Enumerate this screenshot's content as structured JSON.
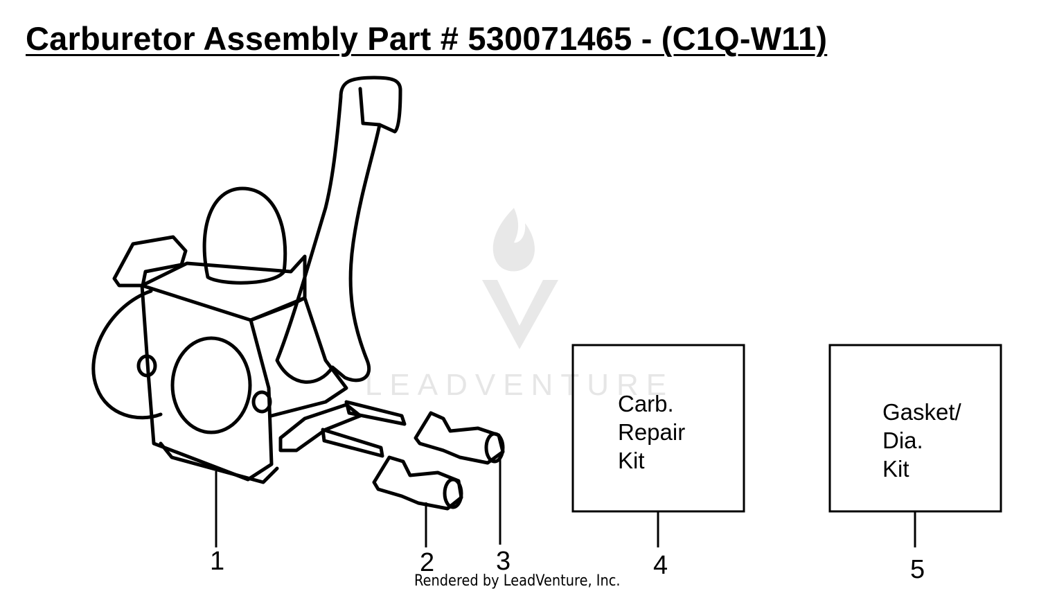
{
  "title": "Carburetor Assembly Part # 530071465 - (C1Q-W11)",
  "callouts": [
    "1",
    "2",
    "3",
    "4",
    "5"
  ],
  "kits": {
    "repair_kit": [
      "Carb.",
      "Repair",
      "Kit"
    ],
    "gasket_kit": [
      "Gasket/",
      "Dia.",
      "Kit"
    ]
  },
  "watermark": "LEADVENTURE",
  "footer": "Rendered by LeadVenture, Inc.",
  "colors": {
    "line": "#000000",
    "background": "#ffffff",
    "watermark": "#e6e6e6"
  }
}
